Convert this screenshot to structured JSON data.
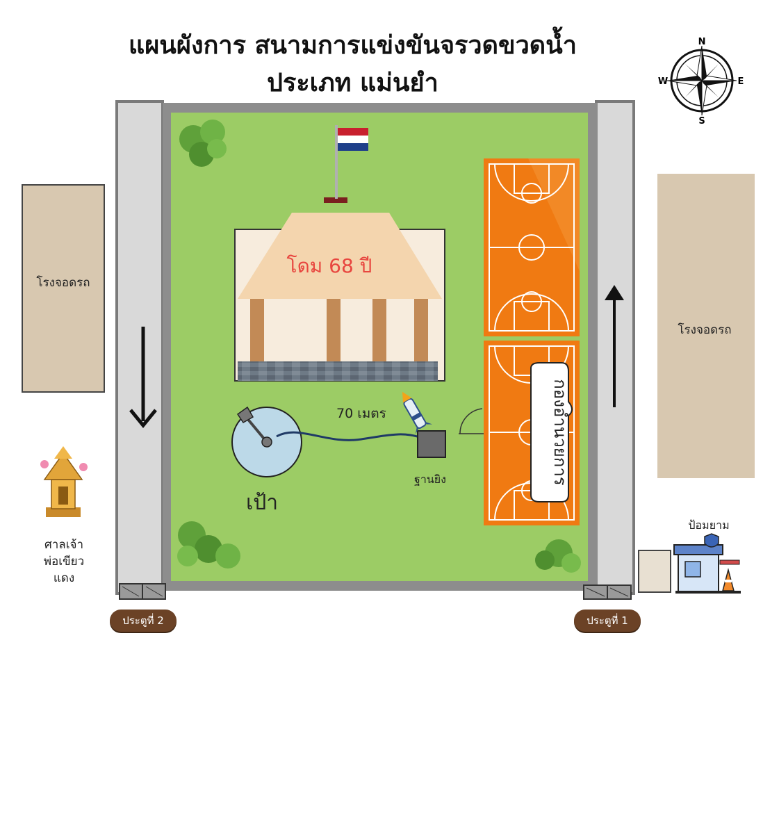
{
  "title": {
    "line1": "แผนผังการ สนามการแข่งขันจรวดขวดน้ำ",
    "line2": "ประเภท แม่นยำ"
  },
  "compass": {
    "n": "N",
    "e": "E",
    "s": "S",
    "w": "W"
  },
  "dome": {
    "label": "โดม 68 ปี",
    "label_color": "#e8463f"
  },
  "distance_label": "70 เมตร",
  "target_label": "เป้า",
  "launch_base_label": "ฐานยิง",
  "command_center_label": "กองอำนวยการ",
  "parking_left": "โรงจอดรถ",
  "parking_right": "โรงจอดรถ",
  "shrine_label": "ศาลเจ้า\nพ่อเขียว\nแดง",
  "guard_post_label": "ป้อมยาม",
  "gate_1": "ประตูที่ 1",
  "gate_2": "ประตูที่ 2",
  "colors": {
    "grass": "#9ccc65",
    "road": "#d9d9d9",
    "wall": "#8a8a8a",
    "court": "#f07a12",
    "parking": "#d8c8b0",
    "gate_tag": "#6b4226"
  },
  "icons": [
    "compass-rose-icon",
    "flag-icon",
    "tree-icon",
    "rocket-icon",
    "shrine-icon",
    "guard-house-icon",
    "traffic-cone-icon",
    "arrow-down-icon",
    "arrow-up-icon"
  ]
}
